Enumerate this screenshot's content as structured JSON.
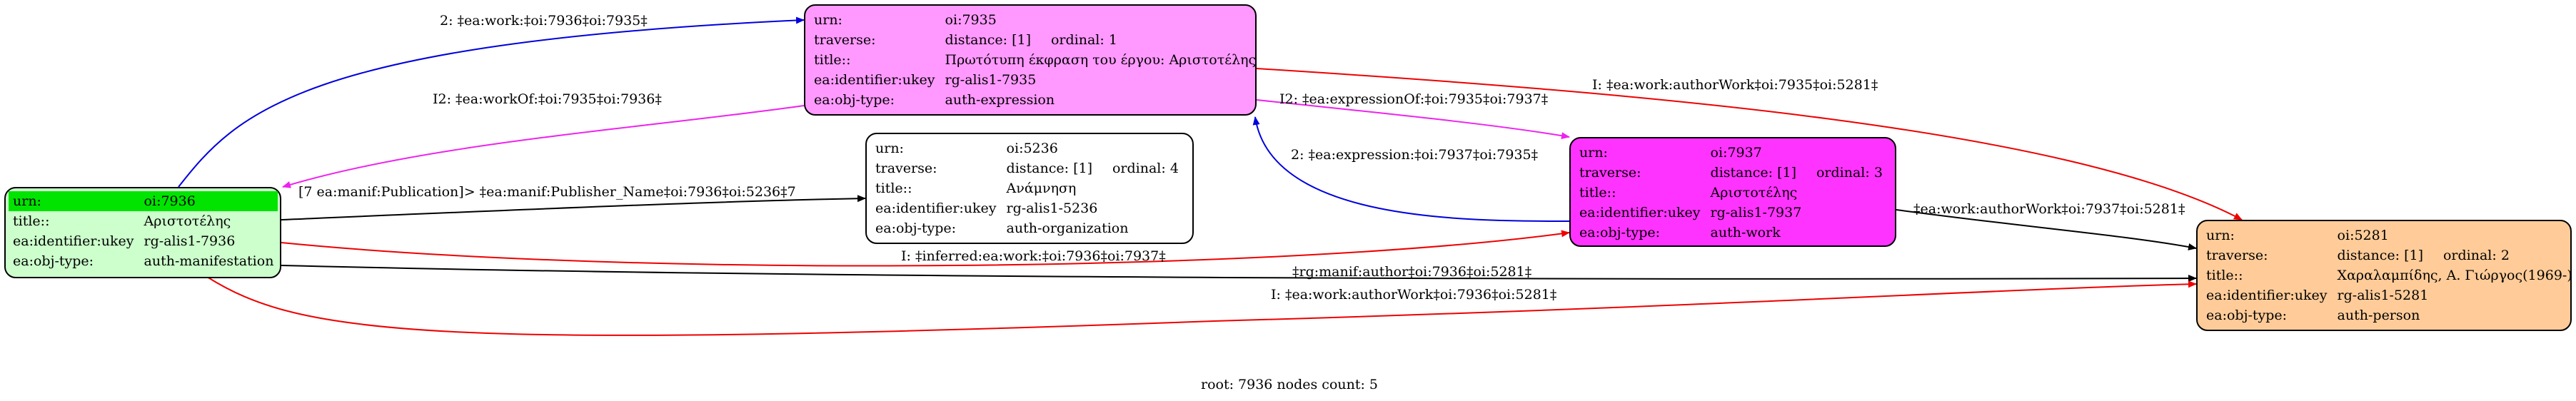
{
  "nodes": {
    "n7936": {
      "fill": "#ccffcc",
      "rows": [
        {
          "key": "urn:",
          "value": "oi:7936"
        },
        {
          "key": "title::",
          "value": "Αριστοτέλης"
        },
        {
          "key": "ea:identifier:ukey",
          "value": "rg-alis1-7936"
        },
        {
          "key": "ea:obj-type:",
          "value": "auth-manifestation"
        }
      ]
    },
    "n7935": {
      "fill": "#ff99ff",
      "rows": [
        {
          "key": "urn:",
          "value": "oi:7935"
        },
        {
          "key": "traverse:",
          "value": "distance: [1]",
          "ordinal": "ordinal: 1"
        },
        {
          "key": "title::",
          "value": "Πρωτότυπη έκφραση του έργου: Αριστοτέλης"
        },
        {
          "key": "ea:identifier:ukey",
          "value": "rg-alis1-7935"
        },
        {
          "key": "ea:obj-type:",
          "value": "auth-expression"
        }
      ]
    },
    "n5236": {
      "fill": "#ffffff",
      "rows": [
        {
          "key": "urn:",
          "value": "oi:5236"
        },
        {
          "key": "traverse:",
          "value": "distance: [1]",
          "ordinal": "ordinal: 4"
        },
        {
          "key": "title::",
          "value": "Ανάμνηση"
        },
        {
          "key": "ea:identifier:ukey",
          "value": "rg-alis1-5236"
        },
        {
          "key": "ea:obj-type:",
          "value": "auth-organization"
        }
      ]
    },
    "n7937": {
      "fill": "#ff33ff",
      "rows": [
        {
          "key": "urn:",
          "value": "oi:7937"
        },
        {
          "key": "traverse:",
          "value": "distance: [1]",
          "ordinal": "ordinal: 3"
        },
        {
          "key": "title::",
          "value": "Αριστοτέλης"
        },
        {
          "key": "ea:identifier:ukey",
          "value": "rg-alis1-7937"
        },
        {
          "key": "ea:obj-type:",
          "value": "auth-work"
        }
      ]
    },
    "n5281": {
      "fill": "#ffcc99",
      "rows": [
        {
          "key": "urn:",
          "value": "oi:5281"
        },
        {
          "key": "traverse:",
          "value": "distance: [1]",
          "ordinal": "ordinal: 2"
        },
        {
          "key": "title::",
          "value": "Χαραλαμπίδης, Α. Γιώργος(1969-)"
        },
        {
          "key": "ea:identifier:ukey",
          "value": "rg-alis1-5281"
        },
        {
          "key": "ea:obj-type:",
          "value": "auth-person"
        }
      ]
    }
  },
  "edges": [
    {
      "id": "e1",
      "from": "oi:7936",
      "to": "oi:7935",
      "color": "#0000dd",
      "label": "2: ‡ea:work:‡oi:7936‡oi:7935‡"
    },
    {
      "id": "e2",
      "from": "oi:7935",
      "to": "oi:7936",
      "color": "#ee22ee",
      "label": "I2: ‡ea:workOf:‡oi:7935‡oi:7936‡"
    },
    {
      "id": "e3",
      "from": "oi:7935",
      "to": "oi:5281",
      "color": "#ee0000",
      "label": "I: ‡ea:work:authorWork‡oi:7935‡oi:5281‡"
    },
    {
      "id": "e4",
      "from": "oi:7935",
      "to": "oi:7937",
      "color": "#ee22ee",
      "label": "I2: ‡ea:expressionOf:‡oi:7935‡oi:7937‡"
    },
    {
      "id": "e5",
      "from": "oi:7937",
      "to": "oi:7935",
      "color": "#0000dd",
      "label": "2: ‡ea:expression:‡oi:7937‡oi:7935‡"
    },
    {
      "id": "e6",
      "from": "oi:7936",
      "to": "oi:5236",
      "color": "#000000",
      "label": "[7 ea:manif:Publication]> ‡ea:manif:Publisher_Name‡oi:7936‡oi:5236‡7"
    },
    {
      "id": "e7",
      "from": "oi:7936",
      "to": "oi:7937",
      "color": "#ee0000",
      "label": "I: ‡inferred:ea:work:‡oi:7936‡oi:7937‡"
    },
    {
      "id": "e8",
      "from": "oi:7937",
      "to": "oi:5281",
      "color": "#000000",
      "label": "‡ea:work:authorWork‡oi:7937‡oi:5281‡"
    },
    {
      "id": "e9",
      "from": "oi:7936",
      "to": "oi:5281",
      "color": "#000000",
      "label": "‡rg:manif:author‡oi:7936‡oi:5281‡"
    },
    {
      "id": "e10",
      "from": "oi:7936",
      "to": "oi:5281",
      "color": "#ee0000",
      "label": "I: ‡ea:work:authorWork‡oi:7936‡oi:5281‡"
    }
  ],
  "footer": "root: 7936 nodes count: 5"
}
